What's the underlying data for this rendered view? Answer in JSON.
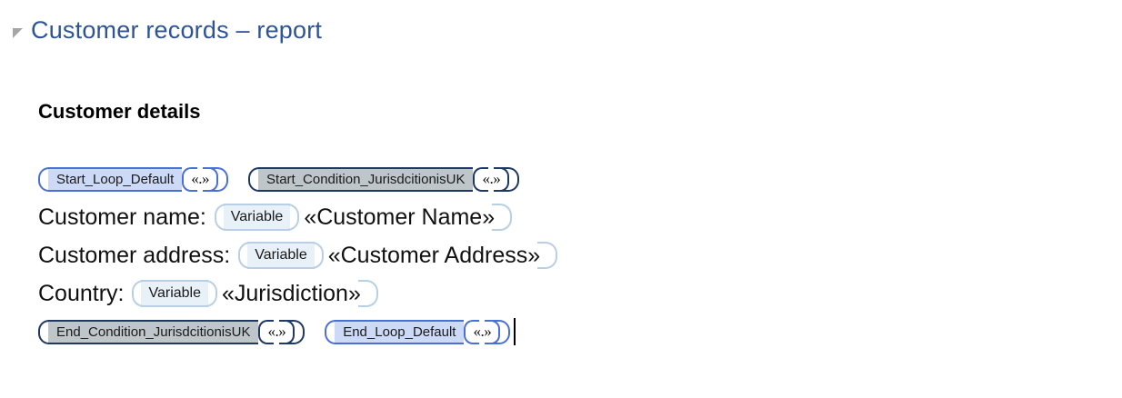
{
  "document": {
    "heading": {
      "text": "Customer records – report",
      "color": "#2f5496",
      "collapse_icon": "collapse-triangle-icon"
    },
    "section_title": "Customer details",
    "placeholder_glyph": "«.»",
    "colors": {
      "heading_blue": "#2f5496",
      "tag_blue_border": "#4a6fd6",
      "tag_blue_fill": "#ccd9f7",
      "tag_gray_border": "#1f3864",
      "tag_gray_fill": "#bfc6ca",
      "variable_border": "#b9cfe4",
      "variable_fill": "#e8f0f8",
      "body_text": "#111111"
    },
    "lines": [
      {
        "type": "tag-row",
        "tags": [
          {
            "label": "Start_Loop_Default",
            "style": "blue",
            "placeholder": "«.»"
          },
          {
            "label": "Start_Condition_JurisdcitionisUK",
            "style": "gray",
            "placeholder": "«.»"
          }
        ]
      },
      {
        "type": "field-row",
        "label": "Customer name:",
        "control": "Variable",
        "value": "«Customer Name»"
      },
      {
        "type": "field-row",
        "label": "Customer address:",
        "control": "Variable",
        "value": "«Customer Address»"
      },
      {
        "type": "field-row",
        "label": "Country:",
        "control": "Variable",
        "value": "«Jurisdiction»"
      },
      {
        "type": "tag-row",
        "tags": [
          {
            "label": "End_Condition_JurisdcitionisUK",
            "style": "gray",
            "placeholder": "«.»"
          },
          {
            "label": "End_Loop_Default",
            "style": "blue",
            "placeholder": "«.»"
          }
        ]
      }
    ]
  }
}
